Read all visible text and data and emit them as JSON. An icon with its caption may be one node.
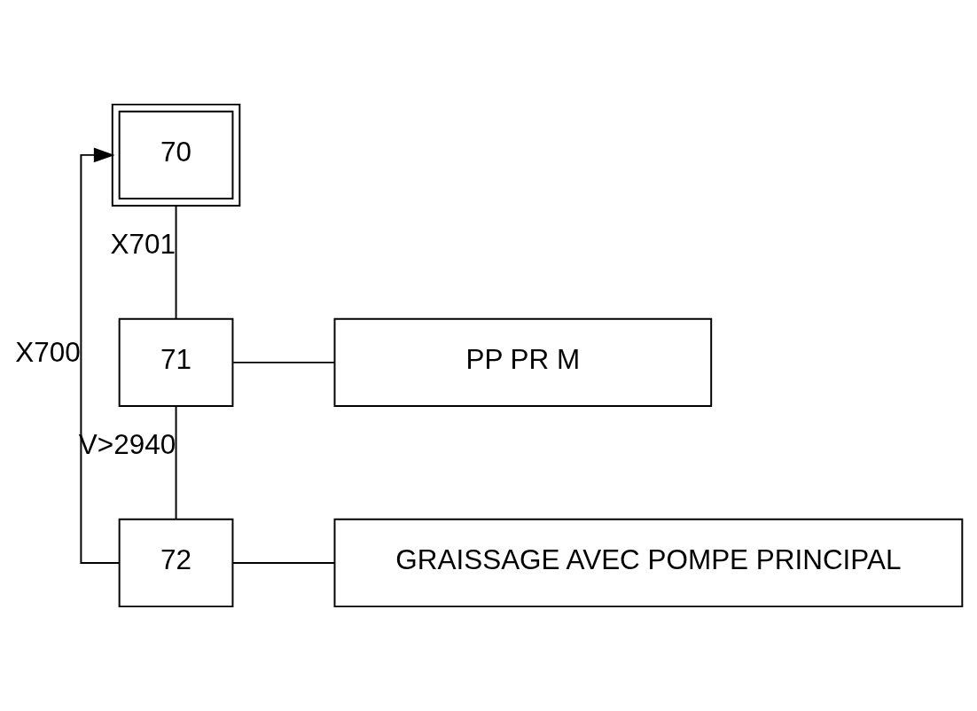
{
  "diagram": {
    "nodes": [
      {
        "text": [
          "70"
        ]
      },
      {
        "text": [
          "71"
        ]
      },
      {
        "text": [
          "PP PR M"
        ]
      },
      {
        "text": [
          "72"
        ]
      },
      {
        "text": [
          "GRAISSAGE AVEC POMPE PRINCIPAL"
        ]
      }
    ],
    "edges": [
      {
        "from": 0,
        "to": 1,
        "arrow": "none",
        "label": "X701"
      },
      {
        "from": 1,
        "to": 2,
        "arrow": "none"
      },
      {
        "from": 1,
        "to": 3,
        "arrow": "none",
        "label": "V>2940"
      },
      {
        "from": 3,
        "to": 4,
        "arrow": "none"
      },
      {
        "from": 3,
        "to": 0,
        "arrow": "to",
        "label": "X700"
      }
    ]
  }
}
